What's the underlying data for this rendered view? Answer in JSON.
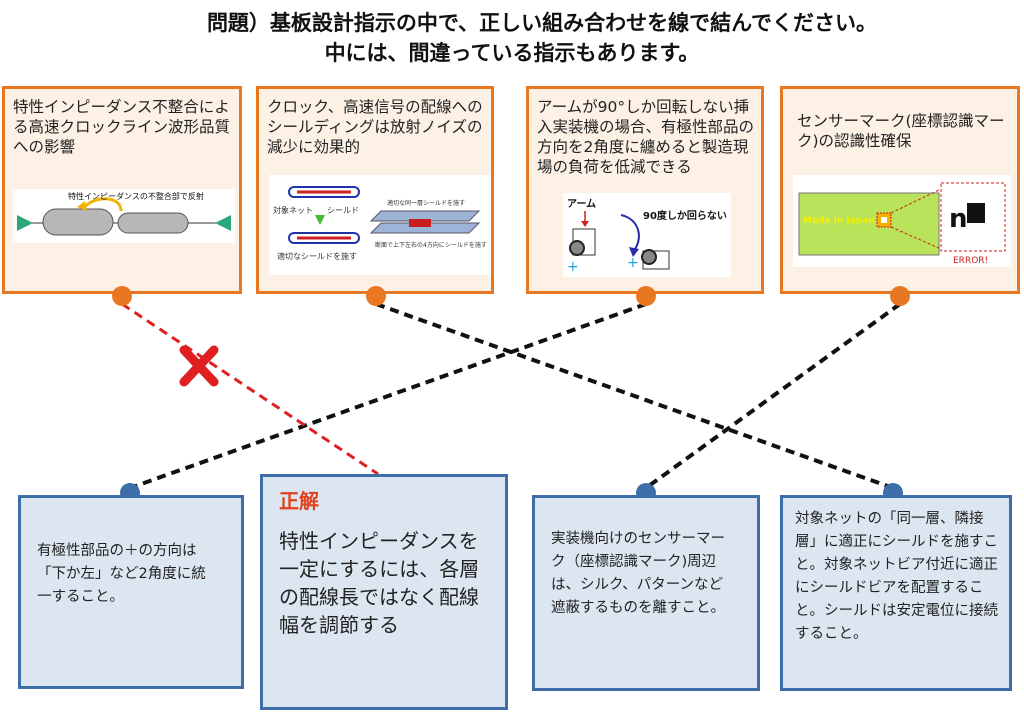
{
  "title": {
    "line1": "問題）基板設計指示の中で、正しい組み合わせを線で結んでください。",
    "line2": "中には、間違っている指示もあります。"
  },
  "top_cards": [
    {
      "text": "特性インピーダンス不整合による高速クロックライン波形品質への影響",
      "illus_label": "特性インピーダンスの不整合部で反射"
    },
    {
      "text": "クロック、高速信号の配線へのシールディングは放射ノイズの減少に効果的",
      "illus_labels": [
        "対象ネット",
        "シールド",
        "適切なシールドを施す",
        "適切な同一層シールドを施す",
        "断面で上下左右の4方向にシールドを施す"
      ]
    },
    {
      "text": "アームが90°しか回転しない挿入実装機の場合、有極性部品の方向を2角度に纏めると製造現場の負荷を低減できる",
      "illus_labels": [
        "アーム",
        "90度しか回らない"
      ]
    },
    {
      "text": "センサーマーク(座標認識マーク)の認識性確保",
      "illus_labels": [
        "Made in Japan",
        "n",
        "ERROR!"
      ]
    }
  ],
  "bottom_cards": [
    {
      "text": "有極性部品の＋の方向は「下か左」など2角度に統一すること。"
    },
    {
      "heading": "正解",
      "text": "特性インピーダンスを一定にするには、各層の配線長ではなく配線幅を調節する"
    },
    {
      "text": "実装機向けのセンサーマーク（座標認識マーク)周辺は、シルク、パターンなど遮蔽するものを離すこと。"
    },
    {
      "text": "対象ネットの「同一層、隣接層」に適正にシールドを施すこと。対象ネットビア付近に適正にシールドビアを配置すること。シールドは安定電位に接続すること。"
    }
  ],
  "colors": {
    "orange": "#e87722",
    "blue": "#3e6ea8",
    "red": "#e02020",
    "card_top_bg": "#fdf1e6",
    "card_bottom_bg": "#dce6f1"
  }
}
